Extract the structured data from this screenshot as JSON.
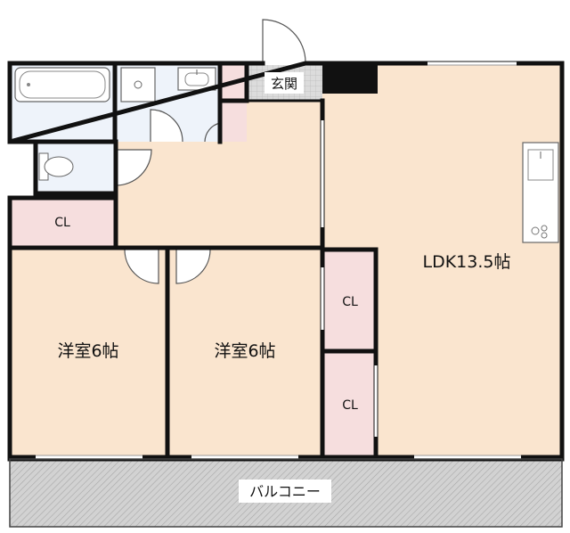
{
  "floorplan": {
    "rooms": {
      "entrance": "玄関",
      "ldk": "LDK13.5帖",
      "bedroom_left": "洋室6帖",
      "bedroom_center": "洋室6帖",
      "closet_left": "CL",
      "closet_mid_upper": "CL",
      "closet_mid_lower": "CL",
      "balcony": "バルコニー"
    },
    "colors": {
      "room_fill": "#fae5cf",
      "closet_fill": "#f6dede",
      "wet_area_fill": "#eef3fa",
      "entrance_fill": "#d8d8d8",
      "wall": "#111111",
      "balcony_fill": "#cfcfcf"
    }
  }
}
